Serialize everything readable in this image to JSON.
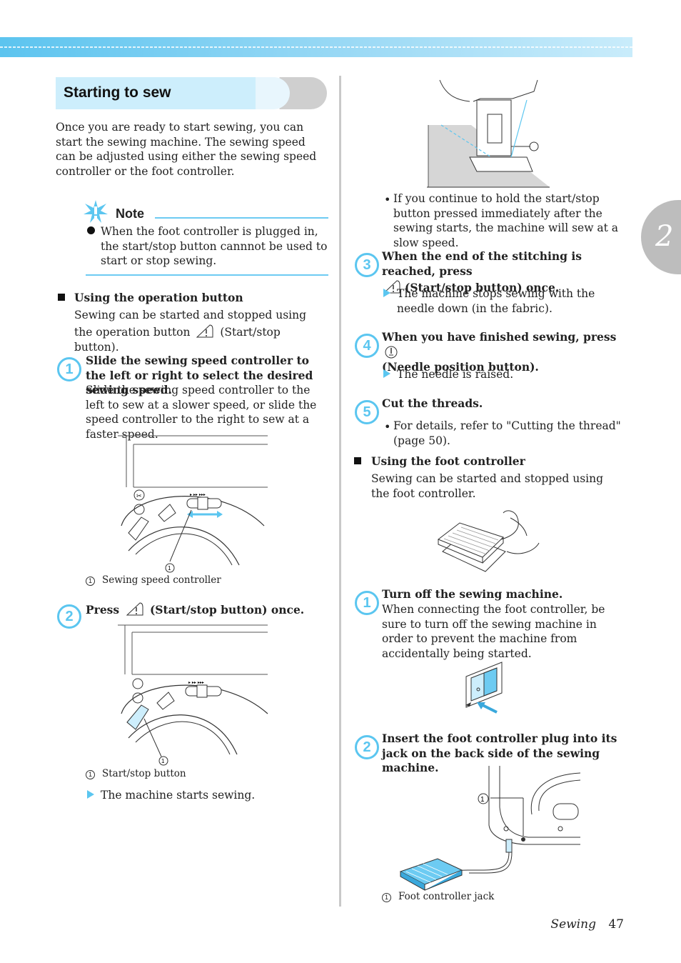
{
  "section_title": "Starting to sew",
  "intro": "Once you are ready to start sewing, you can start the sewing machine. The sewing speed can be adjusted using either the sewing speed controller or the foot controller.",
  "note": {
    "heading": "Note",
    "item": "When the foot controller is plugged in, the start/stop button cannnot be used to start or stop sewing."
  },
  "operation_button": {
    "heading": "Using the operation button",
    "text_before_icon": "Sewing can be started and stopped using the operation button",
    "text_after_icon": "(Start/stop button)."
  },
  "left_steps": {
    "step1": {
      "number": "1",
      "title": "Slide the sewing speed controller to the left or right to select the desired sewing speed.",
      "text": "Slide the sewing speed controller to the left to sew at a slower speed, or slide the speed controller to the right to sew at a faster speed."
    },
    "caption1": {
      "num": "1",
      "text": "Sewing speed controller"
    },
    "step2": {
      "number": "2",
      "title_before": "Press",
      "title_after": "(Start/stop button) once."
    },
    "caption2": {
      "num": "1",
      "text": "Start/stop button"
    },
    "result2": "The machine starts sewing."
  },
  "right_steps": {
    "bullet_hold": "If you continue to hold the start/stop button pressed immediately after the sewing starts, the machine will sew at a slow speed.",
    "step3": {
      "number": "3",
      "title_line1": "When the end of the stitching is reached, press",
      "title_line2": "(Start/stop button) once.",
      "result": "The machine stops sewing with the needle down (in the fabric)."
    },
    "step4": {
      "number": "4",
      "title_line1": "When you have finished sewing, press",
      "title_line2": "(Needle position button).",
      "result": "The needle is raised."
    },
    "step5": {
      "number": "5",
      "title": "Cut the threads.",
      "bullet": "For details, refer to \"Cutting the thread\" (page 50)."
    },
    "foot_controller": {
      "heading": "Using the foot controller",
      "text": "Sewing can be started and stopped using the foot controller."
    },
    "fstep1": {
      "number": "1",
      "title": "Turn off the sewing machine.",
      "text": "When connecting the foot controller, be sure to turn off the sewing machine in order to prevent the machine from accidentally being started."
    },
    "fstep2": {
      "number": "2",
      "title": "Insert the foot controller plug into its jack on the back side of the sewing machine."
    },
    "caption3": {
      "num": "1",
      "text": "Foot controller jack"
    },
    "callout_num": "1"
  },
  "chapter_tab": "2",
  "footer": {
    "section": "Sewing",
    "page": "47"
  },
  "colors": {
    "accent": "#5bc6f0",
    "title_bg": "#cdeefc",
    "tab_gray": "#bdbdbd"
  }
}
